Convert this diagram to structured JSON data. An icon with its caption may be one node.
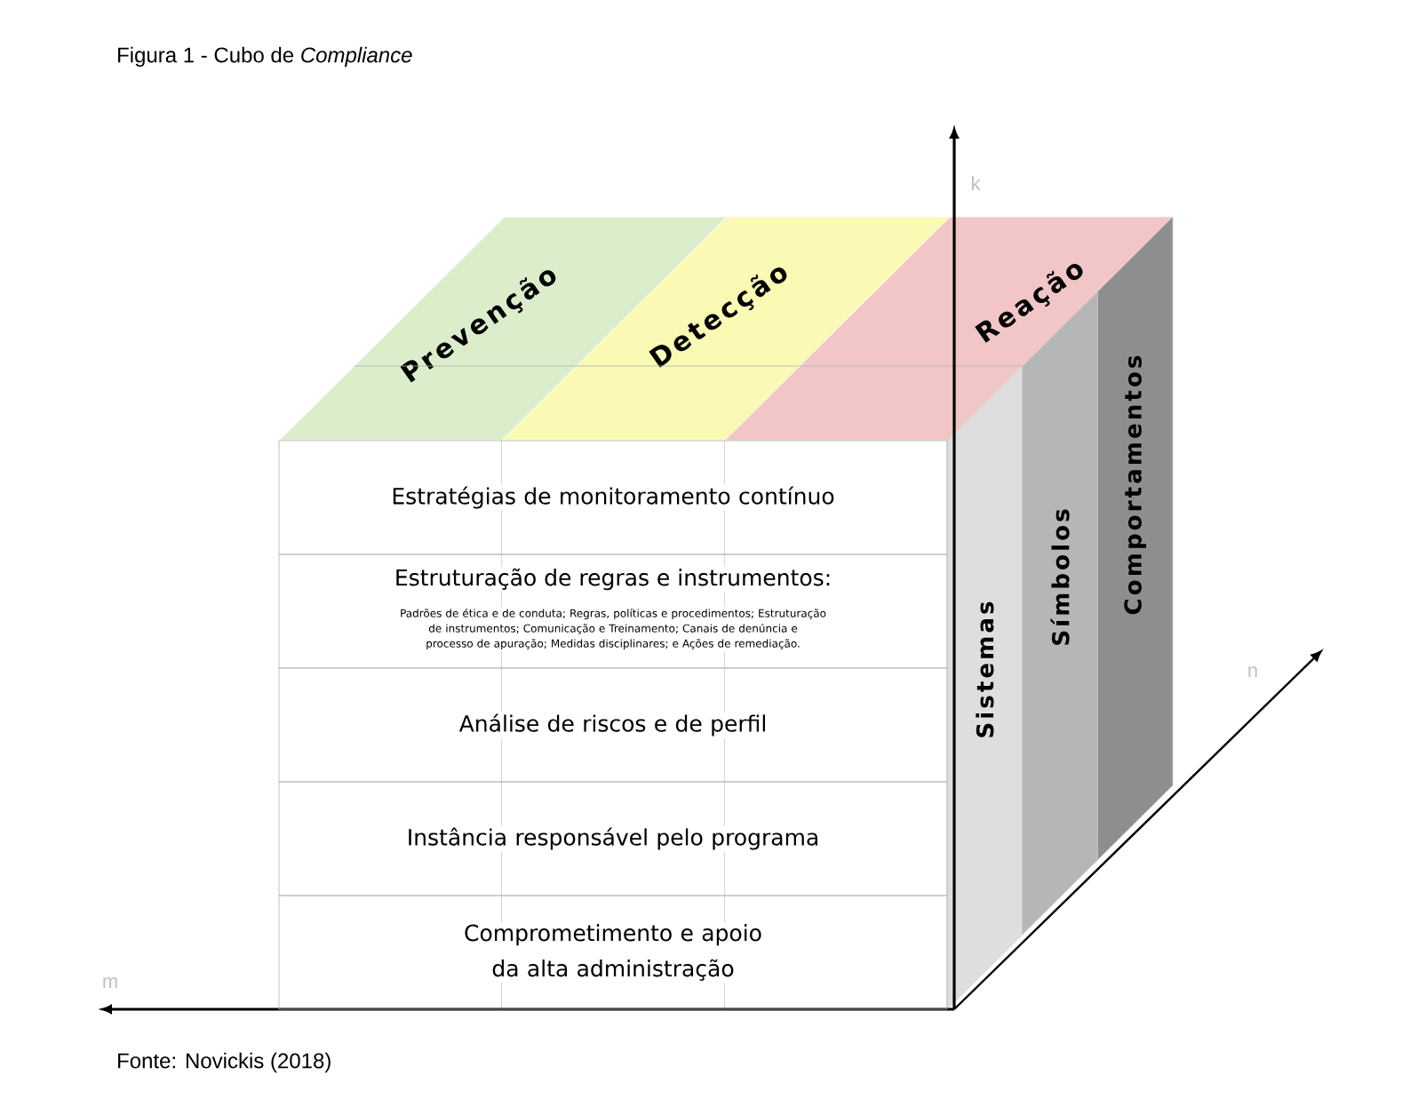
{
  "diagram": {
    "title": "Figura 1 - Cubo de *Compliance*",
    "caption": "Fonte: Novickis (2018)",
    "nodes": [
      {
        "text": [
          "Prevenção"
        ]
      },
      {
        "text": [
          "Detecção"
        ]
      },
      {
        "text": [
          "Reação"
        ]
      },
      {
        "text": [
          "Estratégias de monitoramento contínuo"
        ]
      },
      {
        "text": [
          "Estruturação de regras e instrumentos:",
          "Padrões de ética e de conduta; Regras, políticas e procedimentos; Estruturação de instrumentos; Comunicação e Treinamento; Canais de denúncia e processo de apuração; Medidas disciplinares; e Ações de remediação."
        ]
      },
      {
        "text": [
          "Análise de riscos e de perfil"
        ]
      },
      {
        "text": [
          "Instância responsável pelo programa"
        ]
      },
      {
        "text": [
          "Comprometimento e apoio da alta administração"
        ]
      },
      {
        "text": [
          "Sistemas"
        ]
      },
      {
        "text": [
          "Símbolos"
        ]
      },
      {
        "text": [
          "Comportamentos"
        ]
      }
    ],
    "labels": [
      "k",
      "n",
      "m"
    ]
  }
}
